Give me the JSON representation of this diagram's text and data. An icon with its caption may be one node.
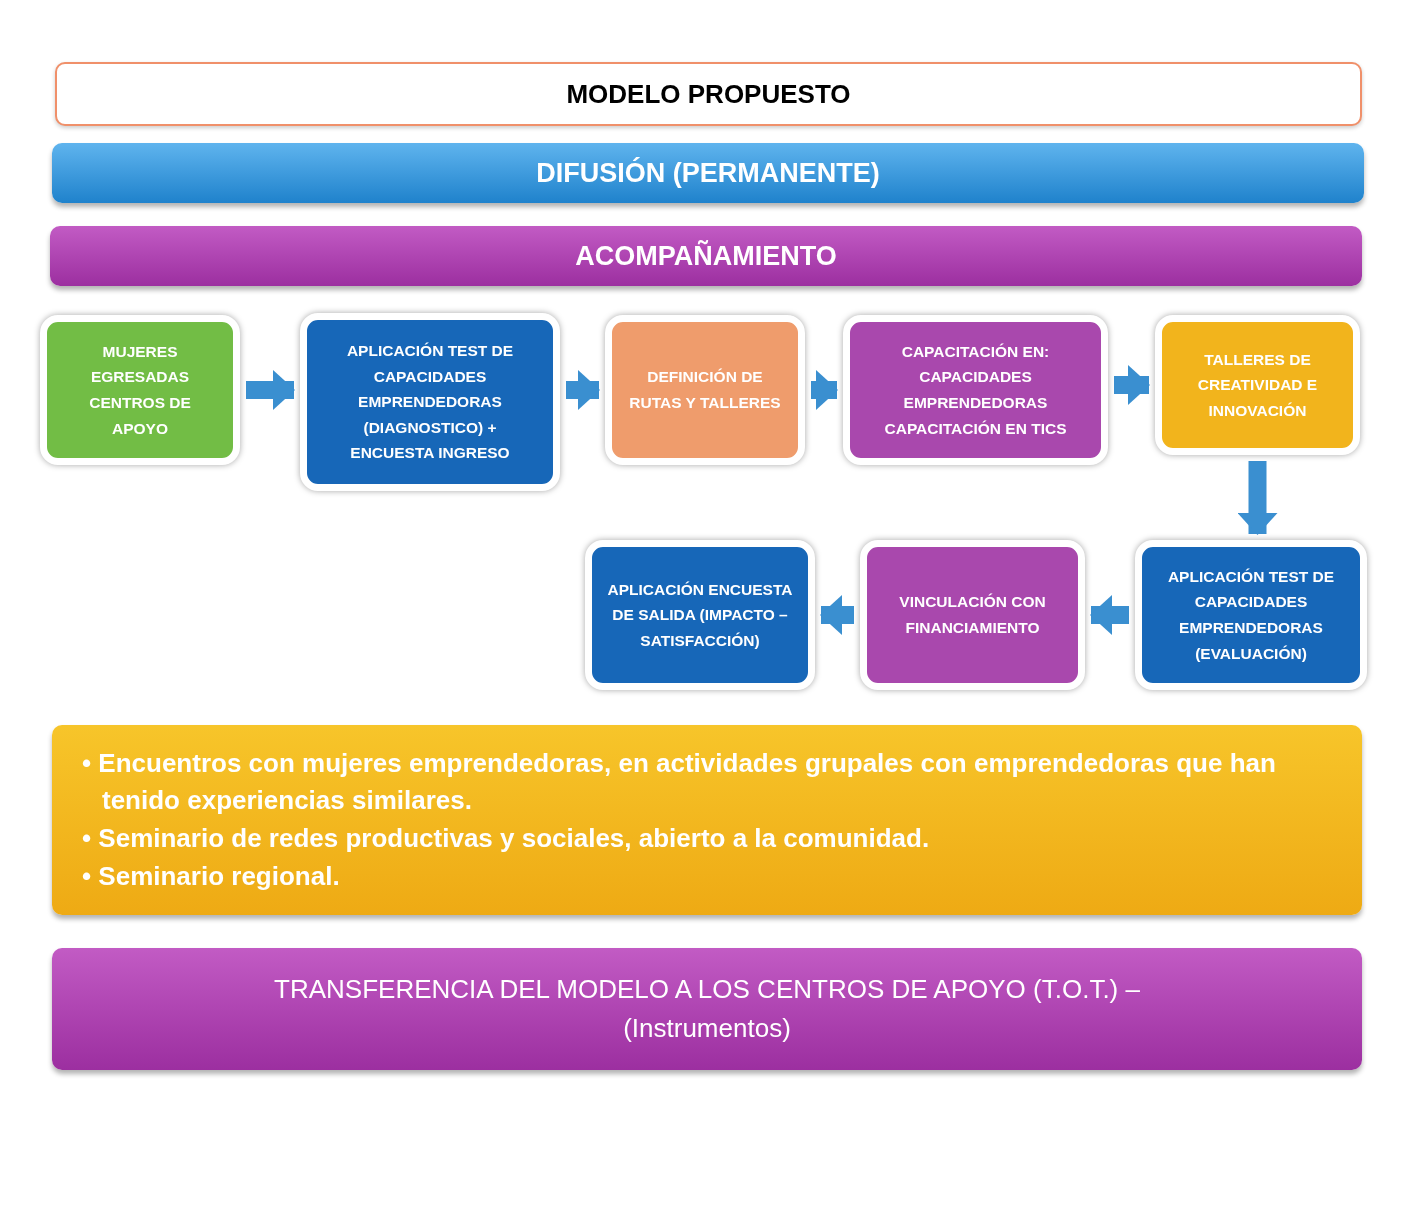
{
  "diagram": {
    "nodes": [
      {
        "text": [
          "MODELO PROPUESTO"
        ]
      },
      {
        "text": [
          "DIFUSIÓN (PERMANENTE)"
        ]
      },
      {
        "text": [
          "ACOMPAÑAMIENTO"
        ]
      },
      {
        "text": [
          "MUJERES EGRESADAS CENTROS DE APOYO"
        ]
      },
      {
        "text": [
          "APLICACIÓN TEST DE CAPACIDADES EMPRENDEDORAS (DIAGNOSTICO) + ENCUESTA INGRESO"
        ]
      },
      {
        "text": [
          "DEFINICIÓN DE RUTAS Y TALLERES"
        ]
      },
      {
        "text": [
          "CAPACITACIÓN EN: CAPACIDADES EMPRENDEDORAS CAPACITACIÓN EN TICS"
        ]
      },
      {
        "text": [
          "TALLERES DE CREATIVIDAD E INNOVACIÓN"
        ]
      },
      {
        "text": [
          "APLICACIÓN TEST DE CAPACIDADES EMPRENDEDORAS (EVALUACIÓN)"
        ]
      },
      {
        "text": [
          "VINCULACIÓN CON FINANCIAMIENTO"
        ]
      },
      {
        "text": [
          "APLICACIÓN ENCUESTA DE SALIDA (IMPACTO – SATISFACCIÓN)"
        ]
      },
      {
        "text": [
          "• Encuentros con mujeres emprendedoras, en actividades grupales con emprendedoras que han tenido experiencias similares.",
          "• Seminario de redes productivas y sociales, abierto a la comunidad.",
          "• Seminario regional."
        ]
      },
      {
        "text": [
          "TRANSFERENCIA DEL MODELO A LOS CENTROS DE APOYO (T.O.T.) – (Instrumentos)"
        ]
      }
    ],
    "edges": [
      {
        "from": 3,
        "to": 4,
        "arrow": "to"
      },
      {
        "from": 4,
        "to": 5,
        "arrow": "to"
      },
      {
        "from": 5,
        "to": 6,
        "arrow": "to"
      },
      {
        "from": 6,
        "to": 7,
        "arrow": "to"
      },
      {
        "from": 7,
        "to": 8,
        "arrow": "to"
      },
      {
        "from": 8,
        "to": 9,
        "arrow": "to"
      },
      {
        "from": 9,
        "to": 10,
        "arrow": "to"
      }
    ]
  }
}
